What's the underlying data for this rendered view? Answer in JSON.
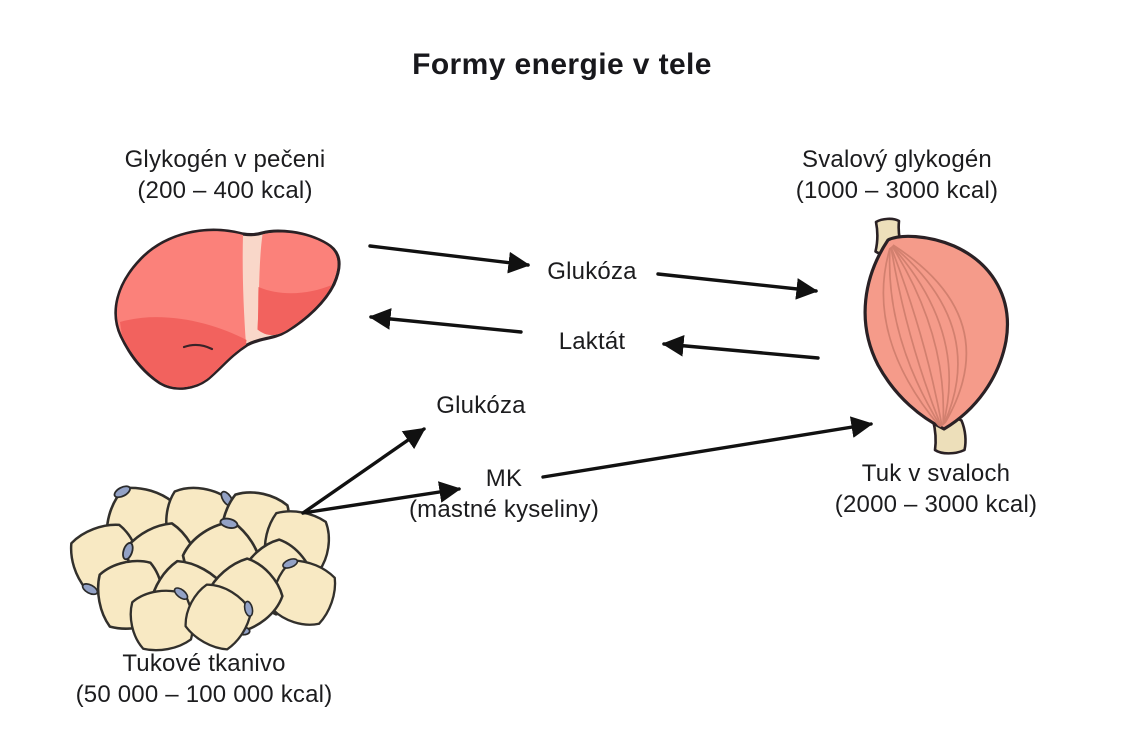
{
  "title": "Formy energie v tele",
  "labels": {
    "liver": {
      "name": "Glykogén v pečeni",
      "kcal": "(200 – 400 kcal)"
    },
    "muscle_glycogen": {
      "name": "Svalový glykogén",
      "kcal": "(1000 – 3000 kcal)"
    },
    "fat_tissue": {
      "name": "Tukové tkanivo",
      "kcal": "(50 000 – 100 000 kcal)"
    },
    "muscle_fat": {
      "name": "Tuk v svaloch",
      "kcal": "(2000 – 3000 kcal)"
    }
  },
  "flows": {
    "glucose_top": "Glukóza",
    "lactate": "Laktát",
    "glucose_mid": "Glukóza",
    "mk": "MK",
    "mk_sub": "(mastné kyseliny)"
  },
  "colors": {
    "background": "#ffffff",
    "text": "#1c1c1e",
    "arrow": "#111111",
    "outline": "#2a2125",
    "liver_main": "#fb817a",
    "liver_shade": "#f2625e",
    "liver_ligament": "#f9d7c9",
    "muscle_body": "#f59b8a",
    "muscle_striation": "#d07f6e",
    "tendon": "#eddfba",
    "fat_cell": "#f8e9c3",
    "fat_nucleus": "#93a2c6"
  }
}
